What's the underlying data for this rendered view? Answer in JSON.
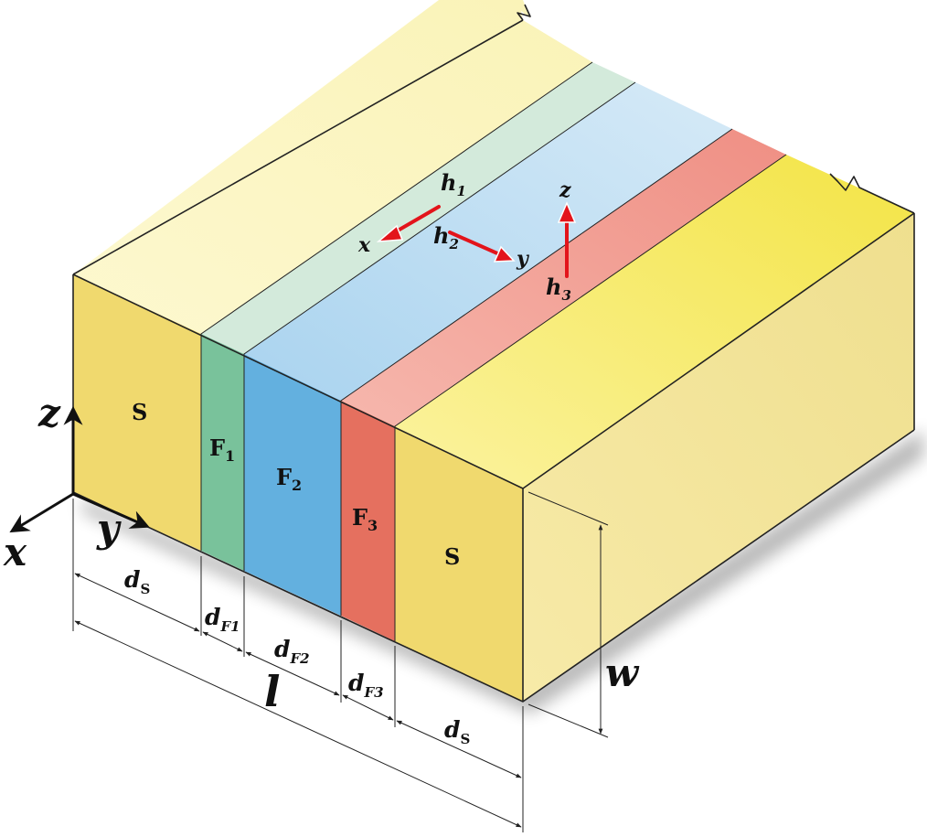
{
  "layers": {
    "s_left": "S",
    "f1": {
      "base": "F",
      "sub": "1"
    },
    "f2": {
      "base": "F",
      "sub": "2"
    },
    "f3": {
      "base": "F",
      "sub": "3"
    },
    "s_right": "S"
  },
  "axes": {
    "x": "x",
    "y": "y",
    "z": "z"
  },
  "fields": {
    "h1": {
      "base": "h",
      "sub": "1",
      "axis": "x"
    },
    "h2": {
      "base": "h",
      "sub": "2",
      "axis": "y"
    },
    "h3": {
      "base": "h",
      "sub": "3",
      "axis": "z"
    }
  },
  "dimensions": {
    "ds_left": {
      "base": "d",
      "sub": "S"
    },
    "df1": {
      "base": "d",
      "sub": "F1"
    },
    "df2": {
      "base": "d",
      "sub": "F2"
    },
    "df3": {
      "base": "d",
      "sub": "F3"
    },
    "ds_right": {
      "base": "d",
      "sub": "S"
    },
    "length": "l",
    "width": "w"
  },
  "colors": {
    "s_front": "#f0d96e",
    "s_top": "#fbf6c4",
    "s_right_top": "#f7eb6a",
    "f1_front": "#79c29b",
    "f1_top": "#d3eadb",
    "f2_front": "#63b0df",
    "f2_top": "#bcdcf1",
    "f3_front": "#e5705f",
    "f3_top": "#f4aaa0",
    "side_face": "#f4e8a8",
    "arrow_red": "#e3141b"
  }
}
